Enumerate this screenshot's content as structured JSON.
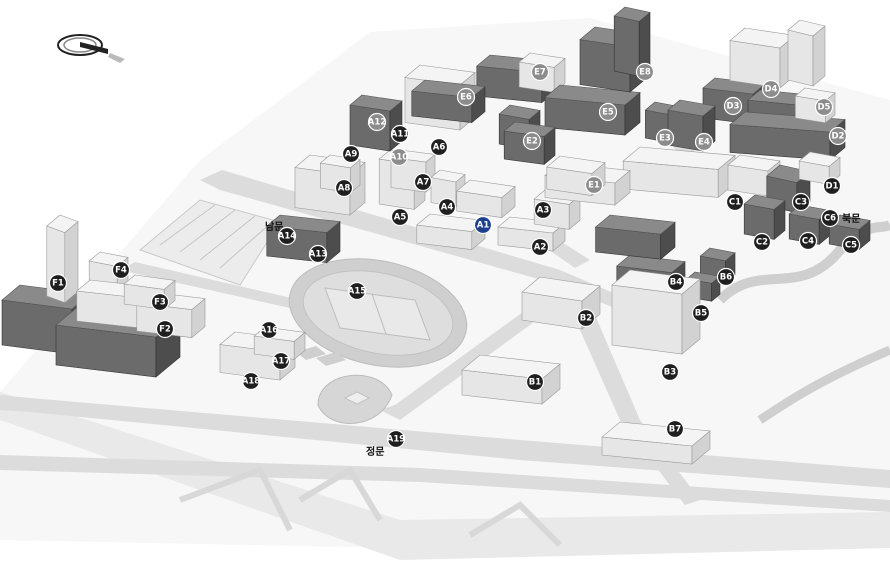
{
  "map": {
    "compass_icon": "compass-icon",
    "gates": {
      "south_gate": "남문",
      "north_gate": "북문",
      "main_gate": "정문"
    },
    "marker_colors": {
      "default": "#1f1f1f",
      "faded": "#8c8c8c",
      "highlight": "#1c3f8f"
    },
    "markers": {
      "A1": "A1",
      "A2": "A2",
      "A3": "A3",
      "A4": "A4",
      "A5": "A5",
      "A6": "A6",
      "A7": "A7",
      "A8": "A8",
      "A9": "A9",
      "A10": "A10",
      "A11": "A11",
      "A12": "A12",
      "A13": "A13",
      "A14": "A14",
      "A15": "A15",
      "A16": "A16",
      "A17": "A17",
      "A18": "A18",
      "A19": "A19",
      "B1": "B1",
      "B2": "B2",
      "B3": "B3",
      "B4": "B4",
      "B5": "B5",
      "B6": "B6",
      "B7": "B7",
      "C1": "C1",
      "C2": "C2",
      "C3": "C3",
      "C4": "C4",
      "C5": "C5",
      "C6": "C6",
      "D1": "D1",
      "D2": "D2",
      "D3": "D3",
      "D4": "D4",
      "D5": "D5",
      "E1": "E1",
      "E2": "E2",
      "E3": "E3",
      "E4": "E4",
      "E5": "E5",
      "E6": "E6",
      "E7": "E7",
      "E8": "E8",
      "F1": "F1",
      "F2": "F2",
      "F3": "F3",
      "F4": "F4"
    },
    "selected_marker": "A1",
    "faded_markers": [
      "D2",
      "D3",
      "D4",
      "D5",
      "E2",
      "E3",
      "E4",
      "E5",
      "E6",
      "E7",
      "E8",
      "A12",
      "A10",
      "E1"
    ]
  }
}
